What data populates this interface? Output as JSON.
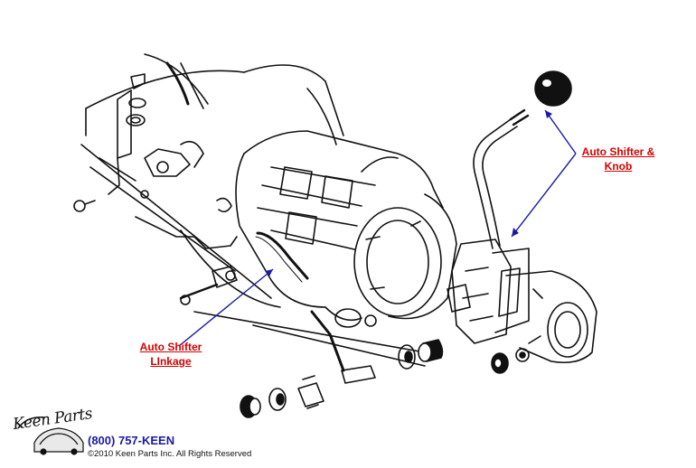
{
  "callouts": {
    "knob": {
      "line1": "Auto Shifter &",
      "line2": "Knob"
    },
    "linkage": {
      "line1": "Auto Shifter",
      "line2": "LInkage"
    }
  },
  "footer": {
    "brand": "Keen Parts",
    "phone": "(800) 757-KEEN",
    "copyright": "©2010 Keen Parts Inc. All Rights Reserved"
  },
  "colors": {
    "callout_text": "#d40000",
    "arrow": "#1a1aa8",
    "phone": "#1a1aa8",
    "line_art": "#111111"
  }
}
